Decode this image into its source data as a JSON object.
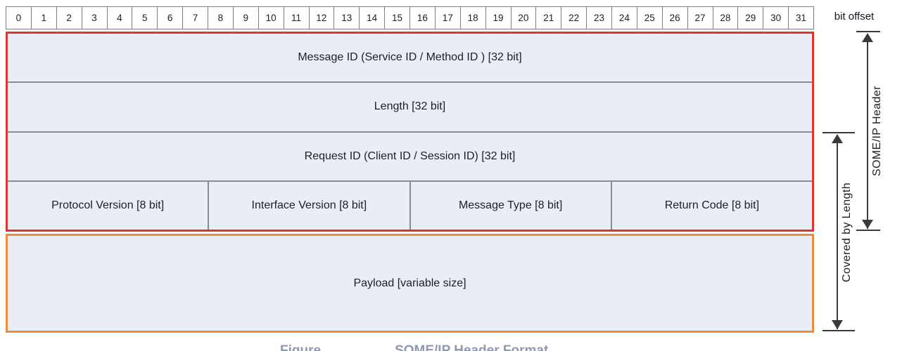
{
  "bit_row": {
    "label": "bit offset",
    "bits": [
      "0",
      "1",
      "2",
      "3",
      "4",
      "5",
      "6",
      "7",
      "8",
      "9",
      "10",
      "11",
      "12",
      "13",
      "14",
      "15",
      "16",
      "17",
      "18",
      "19",
      "20",
      "21",
      "22",
      "23",
      "24",
      "25",
      "26",
      "27",
      "28",
      "29",
      "30",
      "31"
    ]
  },
  "header": {
    "rows": [
      {
        "label": "Message ID (Service ID / Method ID ) [32 bit]"
      },
      {
        "label": "Length [32 bit]"
      },
      {
        "label": "Request ID (Client ID / Session ID) [32 bit]"
      },
      {
        "cells": [
          "Protocol Version [8 bit]",
          "Interface Version [8 bit]",
          "Message Type [8 bit]",
          "Return Code [8 bit]"
        ]
      }
    ]
  },
  "payload": {
    "label": "Payload [variable size]"
  },
  "annotations": {
    "header_span": "SOME/IP Header",
    "length_span": "Covered by Length"
  },
  "caption": {
    "prefix": "Figure",
    "title": "SOME/IP Header Format"
  },
  "colors": {
    "header_border": "#dd3434",
    "payload_border": "#ec8c3f",
    "cell_fill": "#e9edf6",
    "grid_border": "#808080",
    "separator": "#8c8c8c",
    "arrow_color": "#3a3a3a",
    "caption_color": "#8f9ab0"
  }
}
